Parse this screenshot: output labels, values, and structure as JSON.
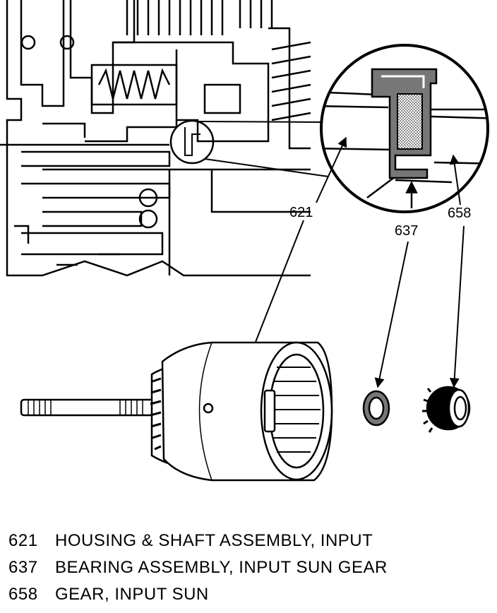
{
  "callouts": [
    {
      "number": "621"
    },
    {
      "number": "637"
    },
    {
      "number": "658"
    }
  ],
  "legend": [
    {
      "number": "621",
      "description": "HOUSING & SHAFT ASSEMBLY, INPUT"
    },
    {
      "number": "637",
      "description": "BEARING ASSEMBLY, INPUT SUN GEAR"
    },
    {
      "number": "658",
      "description": "GEAR, INPUT SUN"
    }
  ],
  "colors": {
    "line": "#000000",
    "background": "#ffffff",
    "stipple": "#555555"
  }
}
